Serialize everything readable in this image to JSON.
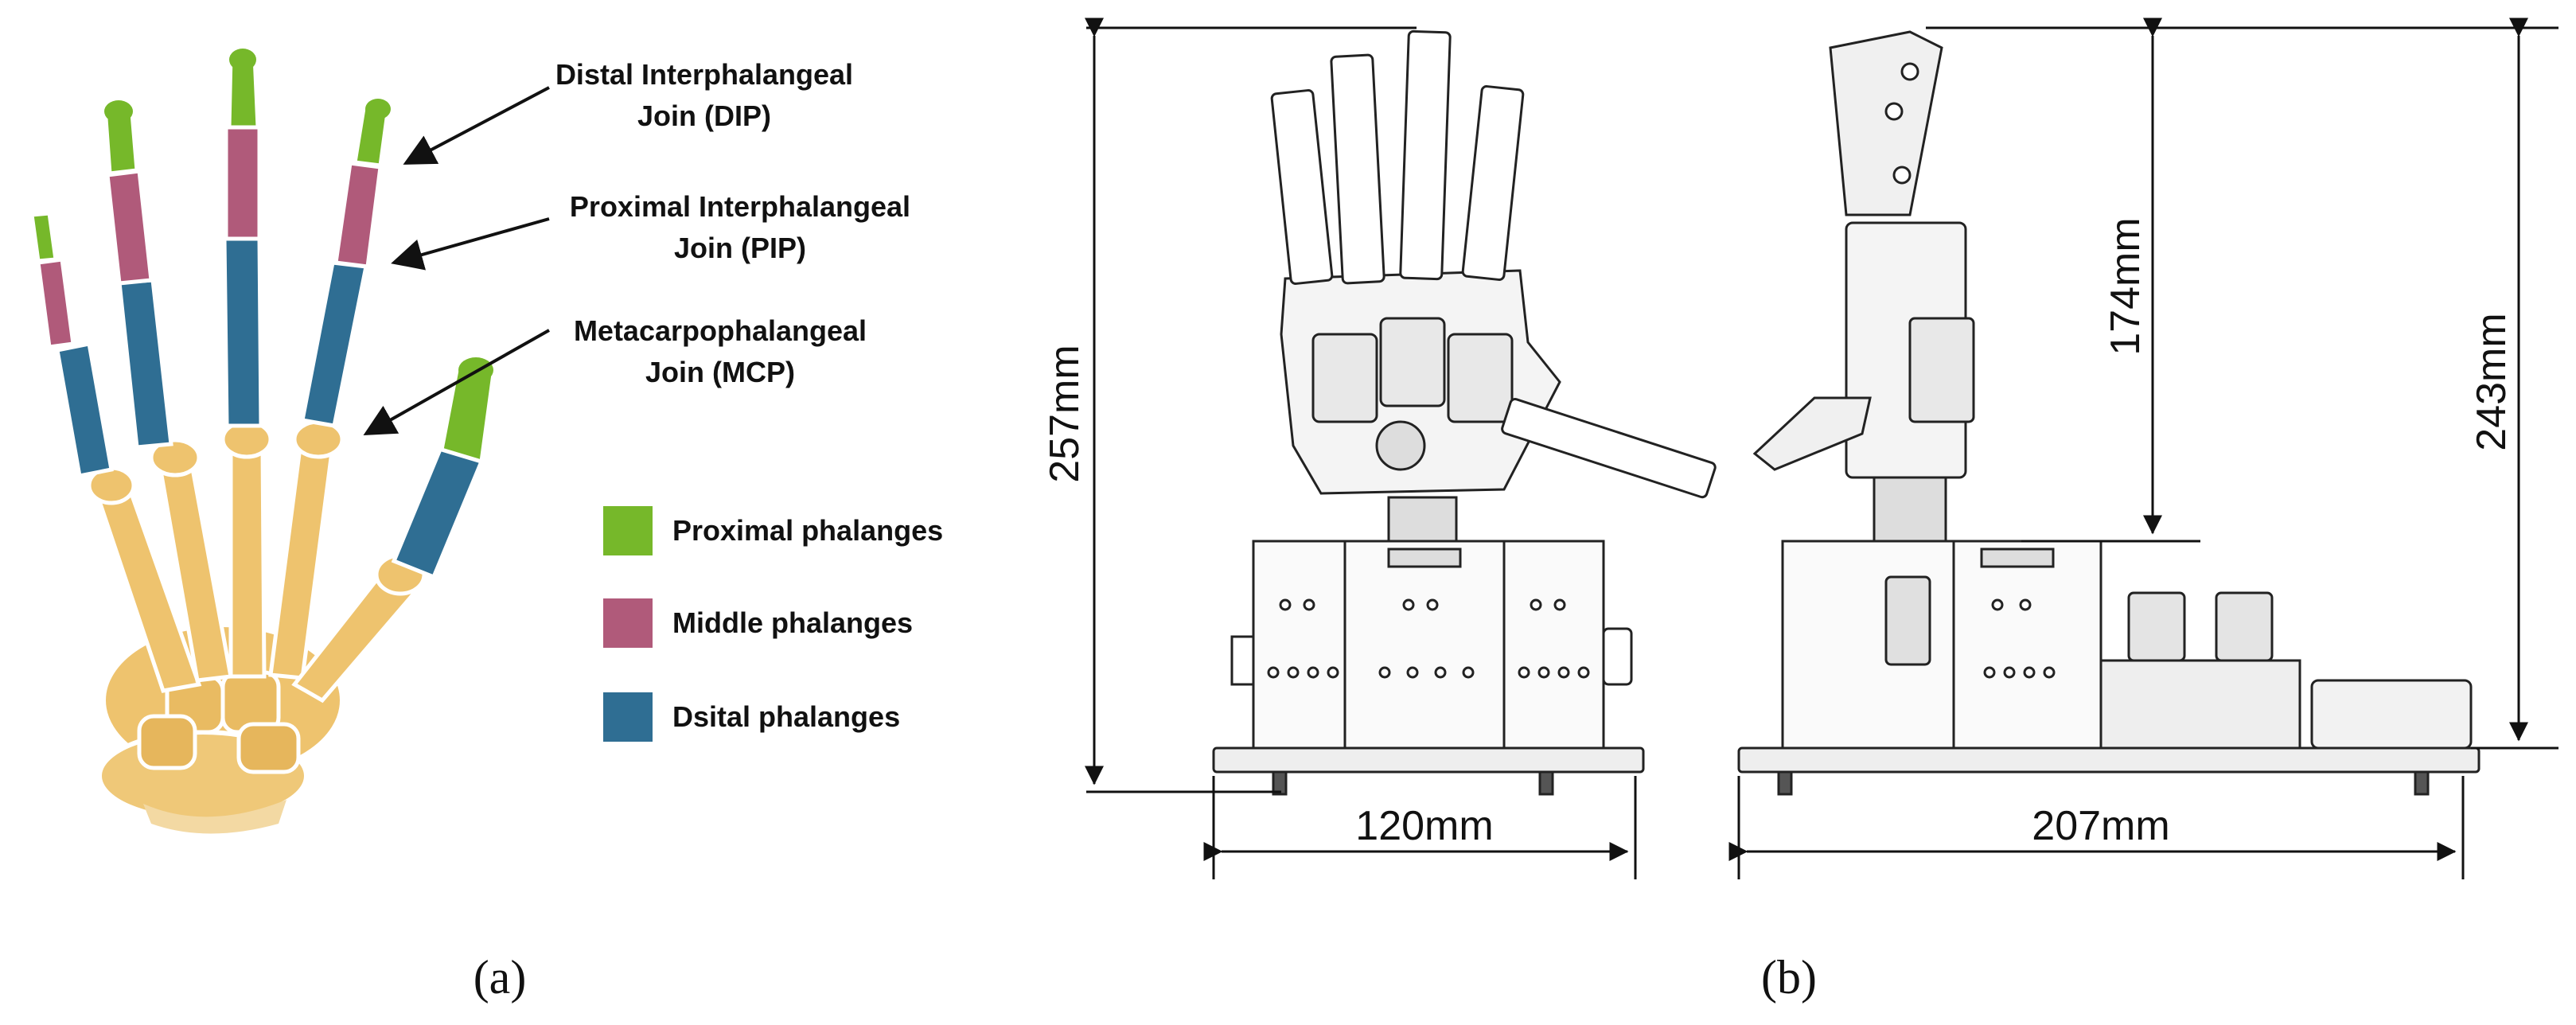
{
  "panel_a": {
    "annotations": {
      "dip_line1": "Distal Interphalangeal",
      "dip_line2": "Join (DIP)",
      "pip_line1": "Proximal Interphalangeal",
      "pip_line2": "Join (PIP)",
      "mcp_line1": "Metacarpophalangeal",
      "mcp_line2": "Join (MCP)"
    },
    "legend": [
      {
        "label": "Proximal phalanges",
        "color": "#76b82a"
      },
      {
        "label": "Middle phalanges",
        "color": "#b05a7a"
      },
      {
        "label": "Dsital phalanges",
        "color": "#2f6e93"
      }
    ],
    "bone_color": "#eec36e",
    "caption": "(a)"
  },
  "panel_b": {
    "dimensions": {
      "front_height": "257mm",
      "front_width": "120mm",
      "side_finger_height": "174mm",
      "side_height": "243mm",
      "side_width": "207mm"
    },
    "caption": "(b)"
  }
}
